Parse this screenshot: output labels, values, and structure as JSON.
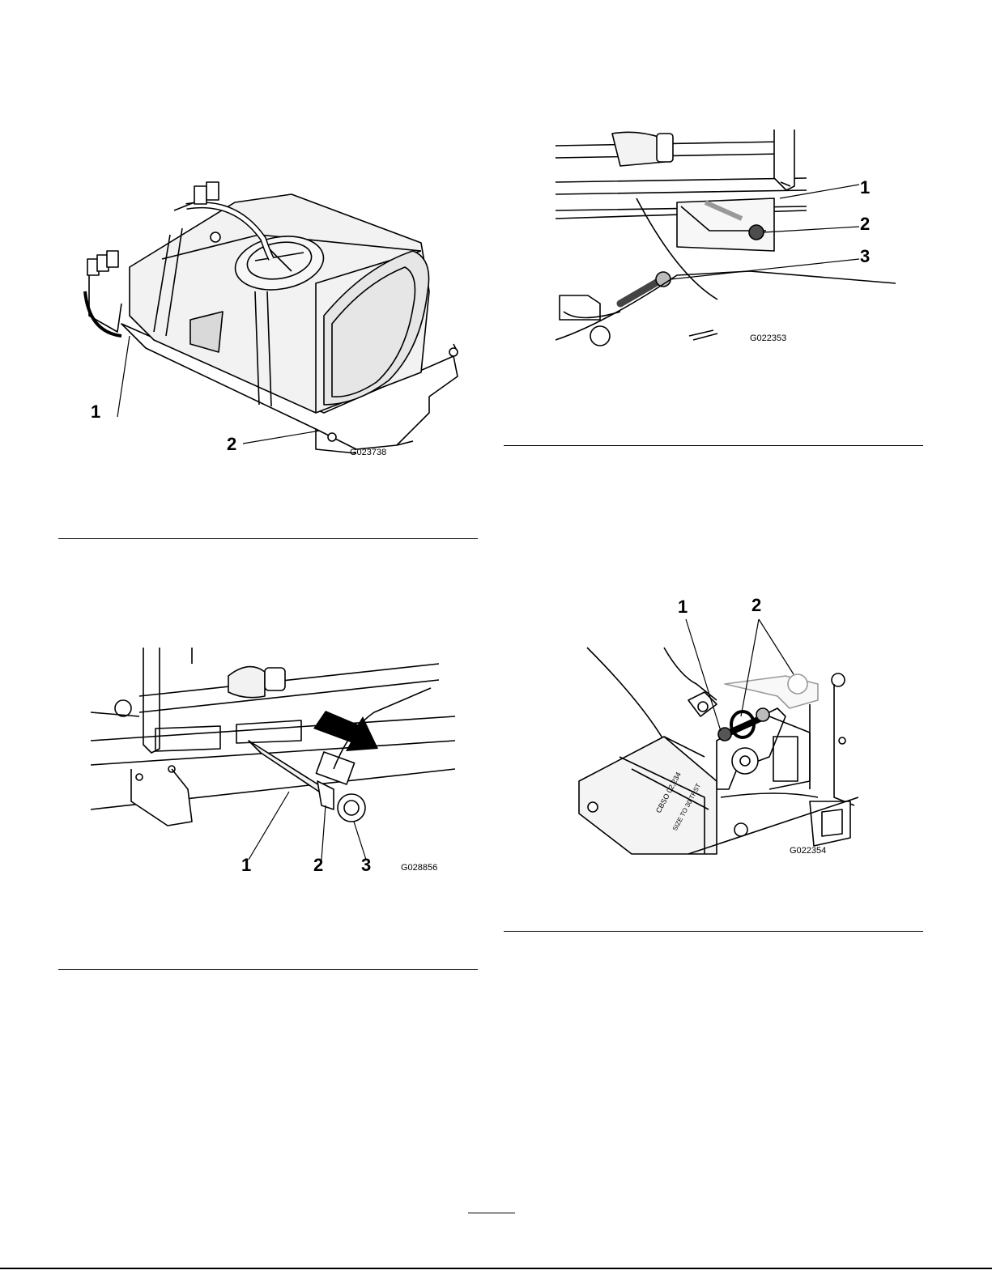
{
  "figures": [
    {
      "id": "tank",
      "code": "G023738",
      "callouts": [
        "1",
        "2"
      ]
    },
    {
      "id": "pin-detail",
      "code": "G022353",
      "callouts": [
        "1",
        "2",
        "3"
      ]
    },
    {
      "id": "support-bar",
      "code": "G028856",
      "callouts": [
        "1",
        "2",
        "3"
      ]
    },
    {
      "id": "hinge-pin",
      "code": "G022354",
      "callouts": [
        "1",
        "2"
      ]
    }
  ],
  "label_text": {
    "box_text_lines": [
      "CBSO  02,234",
      "SIZE TO 30 TRST"
    ]
  }
}
